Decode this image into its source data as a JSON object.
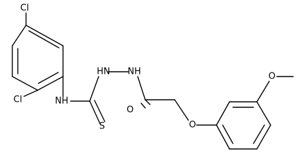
{
  "molecule": {
    "atoms": {
      "cl_top": "Cl",
      "cl_bottom": "Cl",
      "nh_thio": "NH",
      "s": "S",
      "nh_left": "HN",
      "nh_right": "NH",
      "o_carbonyl": "O",
      "o_ether": "O",
      "o_methoxy": "O"
    }
  }
}
